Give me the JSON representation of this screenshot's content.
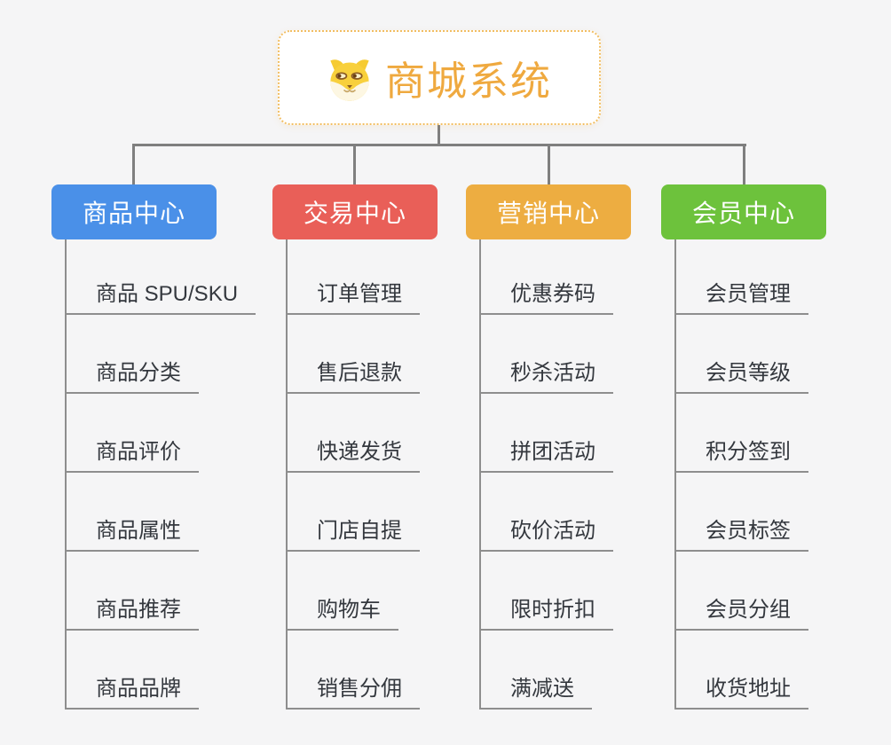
{
  "app": {
    "background_color": "#F5F5F6",
    "connector_color": "#7F7F7F",
    "leaf_line_color": "#8E8E8E",
    "leaf_text_color": "#34383E"
  },
  "root": {
    "title": "商城系统",
    "icon": "doge-face-icon",
    "title_color": "#EFA93F",
    "border_color": "#F2BE62",
    "background": "#FFFFFF"
  },
  "branches": [
    {
      "label": "商品中心",
      "color": "#4A90E8",
      "children": [
        "商品 SPU/SKU",
        "商品分类",
        "商品评价",
        "商品属性",
        "商品推荐",
        "商品品牌"
      ]
    },
    {
      "label": "交易中心",
      "color": "#E95F58",
      "children": [
        "订单管理",
        "售后退款",
        "快递发货",
        "门店自提",
        "购物车",
        "销售分佣"
      ]
    },
    {
      "label": "营销中心",
      "color": "#EDAD41",
      "children": [
        "优惠券码",
        "秒杀活动",
        "拼团活动",
        "砍价活动",
        "限时折扣",
        "满减送"
      ]
    },
    {
      "label": "会员中心",
      "color": "#6DC23C",
      "children": [
        "会员管理",
        "会员等级",
        "积分签到",
        "会员标签",
        "会员分组",
        "收货地址"
      ]
    }
  ]
}
